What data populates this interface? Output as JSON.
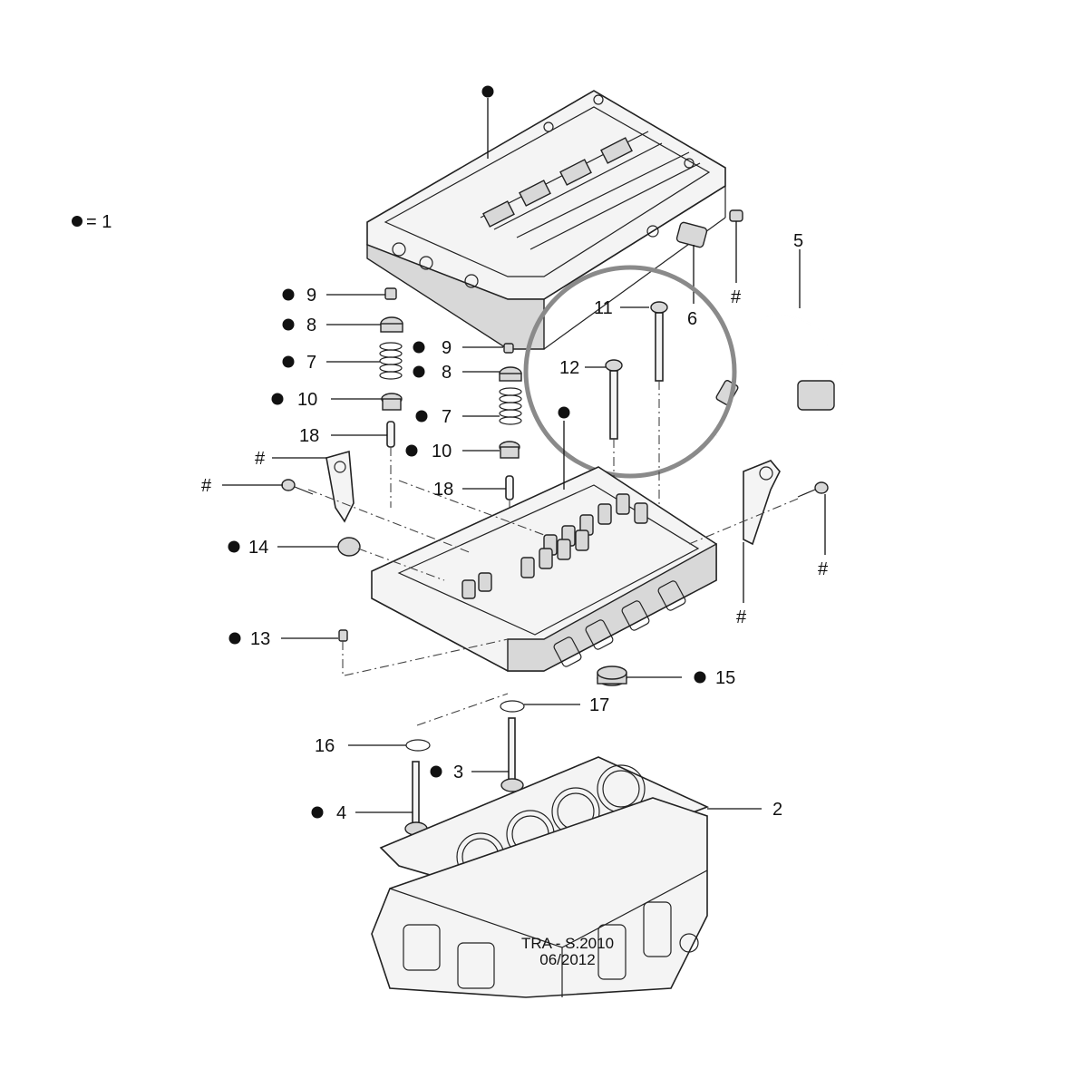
{
  "legend": {
    "symbol": "●",
    "text": "= 1"
  },
  "callouts": {
    "n2": "2",
    "n3": "3",
    "n4": "4",
    "n5": "5",
    "n6": "6",
    "n7a": "7",
    "n7b": "7",
    "n8a": "8",
    "n8b": "8",
    "n9a": "9",
    "n9b": "9",
    "n10a": "10",
    "n10b": "10",
    "n11": "11",
    "n12": "12",
    "n13": "13",
    "n14": "14",
    "n15": "15",
    "n16": "16",
    "n17": "17",
    "n18a": "18",
    "n18b": "18",
    "hash": "#"
  },
  "footer": {
    "line1": "TRA - S.2010",
    "line2": "06/2012"
  },
  "colors": {
    "ink": "#111111",
    "highlight_circle": "#8a8a8a",
    "part_fill": "#f4f4f4"
  }
}
